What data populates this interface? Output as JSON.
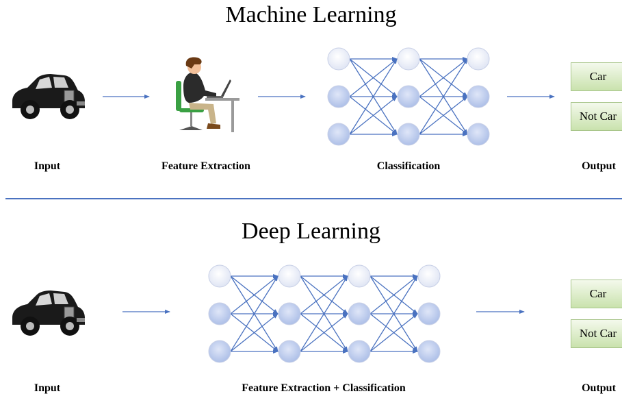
{
  "machine_learning": {
    "title": "Machine Learning",
    "labels": {
      "input": "Input",
      "feature_extraction": "Feature Extraction",
      "classification": "Classification",
      "output": "Output"
    },
    "outputs": [
      "Car",
      "Not Car"
    ]
  },
  "deep_learning": {
    "title": "Deep Learning",
    "labels": {
      "input": "Input",
      "feature_extraction_classification": "Feature Extraction + Classification",
      "output": "Output"
    },
    "outputs": [
      "Car",
      "Not Car"
    ]
  },
  "colors": {
    "arrow": "#4a72c0",
    "divider": "#4a72c0",
    "node_light": "#eef1f9",
    "node_blue": "#b7c7ec",
    "output_box": "#d6eac0"
  },
  "icons": [
    "vintage-car-icon",
    "person-at-computer-icon"
  ]
}
